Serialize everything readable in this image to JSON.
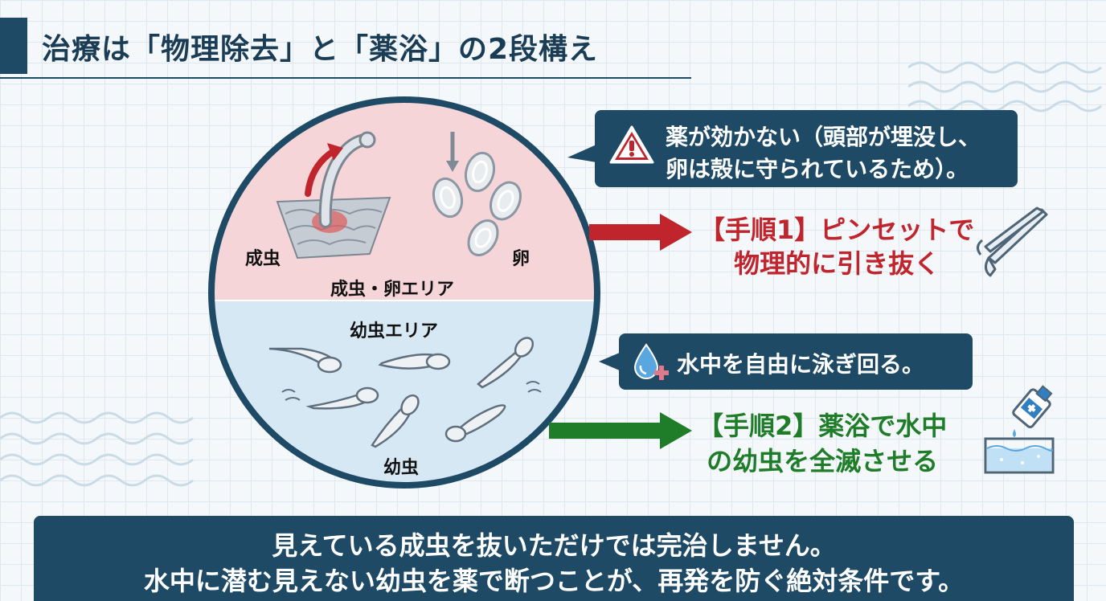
{
  "title": "治療は「物理除去」と「薬浴」の2段構え",
  "diagram": {
    "top_area_label": "成虫・卵エリア",
    "adult_label": "成虫",
    "egg_label": "卵",
    "bottom_area_label": "幼虫エリア",
    "larva_label": "幼虫"
  },
  "callout_warning": {
    "line1": "薬が効かない（頭部が埋没し、",
    "line2": "卵は殻に守られているため）。",
    "icon": "warning-icon"
  },
  "step1": {
    "line1": "【手順1】ピンセットで",
    "line2": "物理的に引き抜く",
    "icon": "tweezers-icon"
  },
  "callout_water": {
    "text": "水中を自由に泳ぎ回る。",
    "icon": "water-drop-plus-icon"
  },
  "step2": {
    "line1": "【手順2】薬浴で水中",
    "line2": "の幼虫を全滅させる",
    "icon": "medicine-bottle-water-icon"
  },
  "bottom": {
    "line1": "見えている成虫を抜いただけでは完治しません。",
    "line2": "水中に潜む見えない幼虫を薬で断つことが、再発を防ぐ絶対条件です。"
  },
  "colors": {
    "navy": "#1e4a66",
    "red": "#c0242c",
    "green": "#1f7d2a",
    "top_area": "#f6d5d8",
    "bottom_area": "#d6e8f4"
  }
}
